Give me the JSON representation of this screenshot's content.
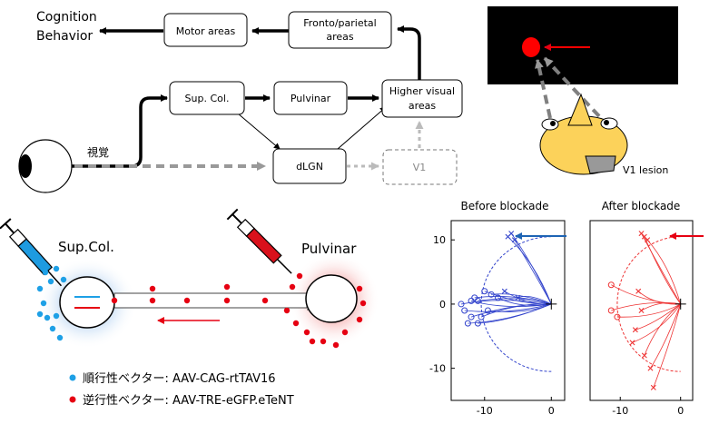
{
  "pathway": {
    "output_label_1": "Cognition",
    "output_label_2": "Behavior",
    "motor": "Motor areas",
    "fronto_1": "Fronto/parietal",
    "fronto_2": "areas",
    "supcol": "Sup. Col.",
    "pulvinar": "Pulvinar",
    "higher_1": "Higher visual",
    "higher_2": "areas",
    "dlgn": "dLGN",
    "v1": "V1",
    "eye_label": "視覚"
  },
  "lesion_panel": {
    "label": "V1 lesion",
    "colors": {
      "screen": "#000000",
      "target": "#ff0000",
      "face": "#fcd25a"
    }
  },
  "injection": {
    "supcol_label": "Sup.Col.",
    "pulvinar_label": "Pulvinar",
    "colors": {
      "anterograde": "#1ea0e6",
      "retrograde": "#e60012"
    },
    "legend": [
      {
        "text": "順行性ベクター: AAV-CAG-rtTAV16",
        "color": "#1ea0e6"
      },
      {
        "text": "逆行性ベクター: AAV-TRE-eGFP.eTeNT",
        "color": "#e60012"
      }
    ]
  },
  "chart_data": [
    {
      "type": "line",
      "title": "Before blockade",
      "series_color": "#3344cc",
      "xlim": [
        -15,
        2
      ],
      "ylim": [
        -15,
        13
      ],
      "x_ticks": [
        "-10",
        "0"
      ],
      "y_ticks": [
        "10",
        "0",
        "-10"
      ],
      "origin": [
        0,
        0
      ],
      "target": [
        -6,
        11
      ],
      "endpoints_circle": [
        [
          -12,
          0.5
        ],
        [
          -11.5,
          1
        ],
        [
          -10,
          2
        ],
        [
          -9,
          1.5
        ],
        [
          -13,
          -1
        ],
        [
          -12,
          -2
        ],
        [
          -11,
          -3
        ],
        [
          -10.5,
          -2
        ],
        [
          -9.5,
          -1
        ],
        [
          -13.5,
          0
        ],
        [
          -12.5,
          -3
        ],
        [
          -11,
          0.5
        ],
        [
          -8,
          1
        ]
      ],
      "endpoints_x": [
        [
          -6,
          11
        ],
        [
          -5.5,
          10
        ],
        [
          -5,
          1
        ],
        [
          -7,
          2
        ],
        [
          -6.5,
          10.5
        ]
      ]
    },
    {
      "type": "line",
      "title": "After blockade",
      "series_color": "#ee3333",
      "xlim": [
        -15,
        2
      ],
      "ylim": [
        -15,
        13
      ],
      "x_ticks": [
        "-10",
        "0"
      ],
      "y_ticks": [],
      "origin": [
        0,
        0
      ],
      "target": [
        -6,
        11
      ],
      "endpoints_circle": [
        [
          -11.5,
          3
        ],
        [
          -11.5,
          -1
        ],
        [
          -10.5,
          -2
        ]
      ],
      "endpoints_x": [
        [
          -6.5,
          11
        ],
        [
          -6,
          10.5
        ],
        [
          -5.5,
          10
        ],
        [
          -7,
          2
        ],
        [
          -6.5,
          -1
        ],
        [
          -8,
          -6
        ],
        [
          -6,
          -8
        ],
        [
          -5,
          -10
        ],
        [
          -4.5,
          -13
        ],
        [
          -7.5,
          -4
        ]
      ]
    }
  ]
}
